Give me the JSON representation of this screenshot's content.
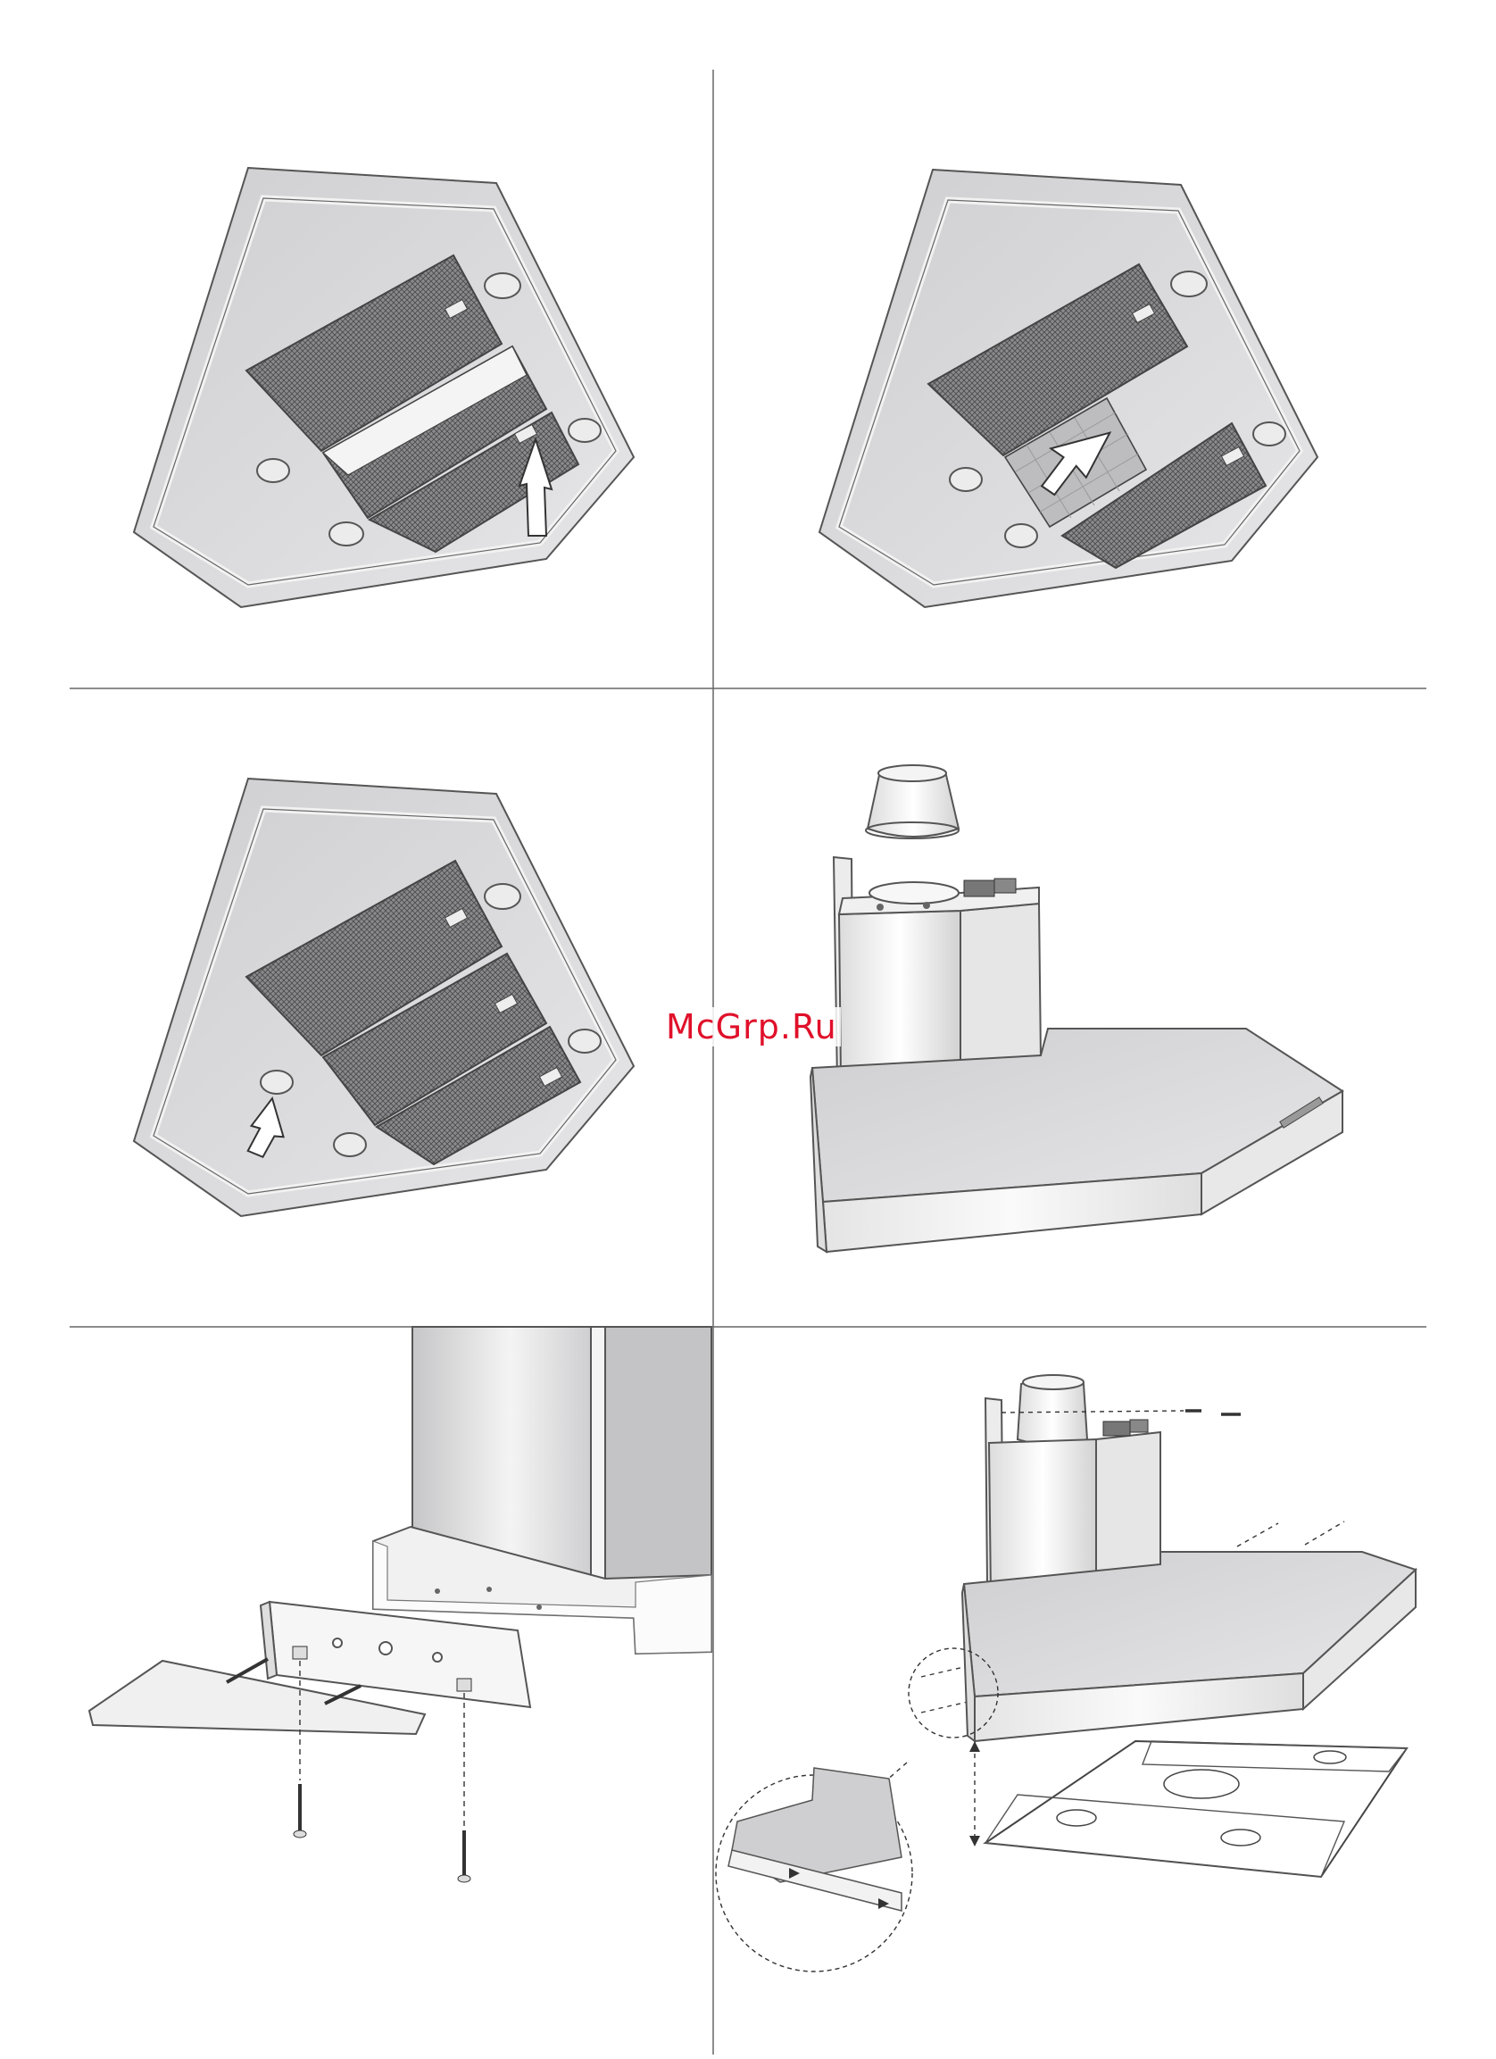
{
  "page": {
    "title": "",
    "watermark": "McGrp.Ru"
  },
  "panels": [
    {
      "id": "panel-1",
      "caption": ""
    },
    {
      "id": "panel-2",
      "caption": ""
    },
    {
      "id": "panel-3",
      "caption": ""
    },
    {
      "id": "panel-4",
      "caption": ""
    },
    {
      "id": "panel-5",
      "caption": ""
    },
    {
      "id": "panel-6",
      "caption": ""
    }
  ],
  "colors": {
    "line": "#555555",
    "hood_fill": "#d4d4d6",
    "hood_edge": "#eeeeee",
    "filter_mesh": "#6e6e70",
    "arrow_fill": "#ffffff",
    "watermark": "#e0102a"
  },
  "icons": {
    "arrow": "arrow-icon",
    "screw": "screw-icon",
    "light": "light-icon"
  }
}
